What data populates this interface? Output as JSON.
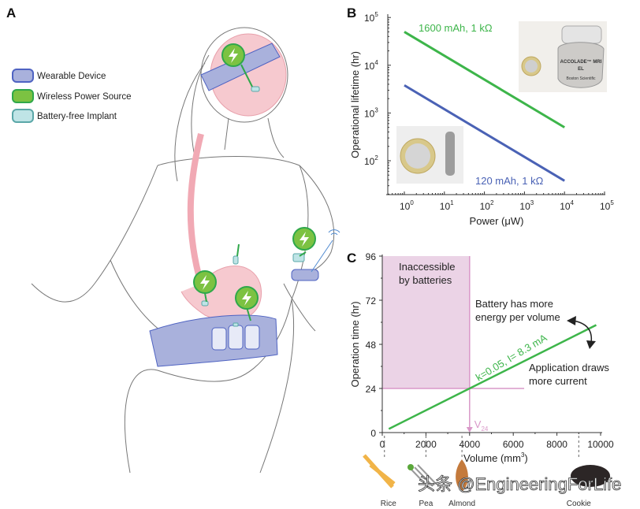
{
  "panel_labels": {
    "a": "A",
    "b": "B",
    "c": "C"
  },
  "legend": {
    "items": [
      {
        "label": "Wearable Device",
        "fill": "#a9b1dc",
        "stroke": "#4f63c2"
      },
      {
        "label": "Wireless Power Source",
        "fill": "#7cc242",
        "stroke": "#2fa84a"
      },
      {
        "label": "Battery-free Implant",
        "fill": "#bfe4e6",
        "stroke": "#5aa7a8"
      }
    ]
  },
  "photos": {
    "pacemaker_text": [
      "ACCOLADE™ MRI",
      "EL",
      "Boston Scientific"
    ]
  },
  "watermark": "头条 @EngineeringForLife",
  "chart_data": [
    {
      "panel": "B",
      "type": "line",
      "xlabel": "Power (μW)",
      "ylabel": "Operational lifetime (hr)",
      "xscale": "log",
      "yscale": "log",
      "xlim": [
        0.5,
        100000
      ],
      "ylim": [
        20,
        100000
      ],
      "xticks": [
        {
          "base": "10",
          "exp": "0"
        },
        {
          "base": "10",
          "exp": "1"
        },
        {
          "base": "10",
          "exp": "2"
        },
        {
          "base": "10",
          "exp": "3"
        },
        {
          "base": "10",
          "exp": "4"
        },
        {
          "base": "10",
          "exp": "5"
        }
      ],
      "yticks": [
        {
          "base": "10",
          "exp": "2"
        },
        {
          "base": "10",
          "exp": "3"
        },
        {
          "base": "10",
          "exp": "4"
        },
        {
          "base": "10",
          "exp": "5"
        }
      ],
      "grid": false,
      "series": [
        {
          "name": "1600 mAh, 1 kΩ",
          "color": "#3db54a",
          "x": [
            1,
            10000
          ],
          "y": [
            50000,
            500
          ]
        },
        {
          "name": "120 mAh, 1 kΩ",
          "color": "#4a62b5",
          "x": [
            1,
            10000
          ],
          "y": [
            3800,
            38
          ]
        }
      ]
    },
    {
      "panel": "C",
      "type": "line",
      "xlabel": "Volume (mm",
      "xlabel_sup": "3",
      "xlabel_end": ")",
      "ylabel": "Operation time (hr)",
      "xlim": [
        0,
        10000
      ],
      "ylim": [
        0,
        96
      ],
      "xticks": [
        "0",
        "2000",
        "4000",
        "6000",
        "8000",
        "10000"
      ],
      "yticks": [
        "0",
        "24",
        "48",
        "72",
        "96"
      ],
      "grid": false,
      "series": [
        {
          "name": "k=0.05, I= 8.3 mA",
          "color": "#3db54a",
          "x": [
            300,
            9800
          ],
          "y": [
            2,
            58.5
          ]
        }
      ],
      "shaded_region": {
        "label": "Inaccessible by batteries",
        "label_lines": [
          "Inaccessible",
          "by batteries"
        ],
        "x": [
          0,
          4000
        ],
        "y": [
          24,
          96
        ],
        "color": "#ebd3e6"
      },
      "reference_lines": {
        "y": 24,
        "y_line_to_x": 6500,
        "x": 4000,
        "color": "#d998c8",
        "marker_label": "V",
        "marker_sub": "24"
      },
      "annotations": [
        {
          "lines": [
            "Battery has more",
            "energy per volume"
          ]
        },
        {
          "lines": [
            "Application draws",
            "more current"
          ]
        }
      ],
      "objects": [
        {
          "label": "Rice",
          "volume": 100
        },
        {
          "label": "Pea",
          "volume": 2000
        },
        {
          "label": "Almond",
          "volume": 3650
        },
        {
          "label": "Cookie",
          "volume": 9000
        }
      ]
    }
  ]
}
